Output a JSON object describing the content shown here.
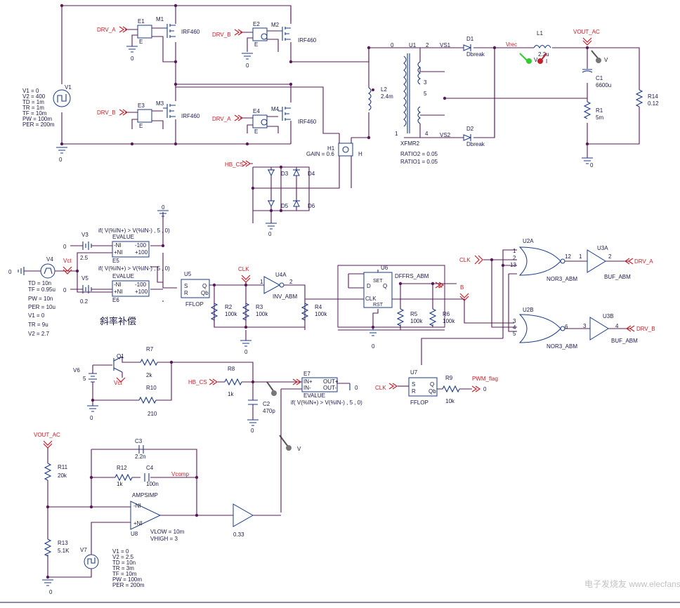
{
  "nets": {
    "drv_a": "DRV_A",
    "drv_b": "DRV_B",
    "hb_cs": "HB_CS",
    "clk": "CLK",
    "vout_ac": "VOUT_AC",
    "vrec": "Vrec",
    "vs1": "VS1",
    "vs2": "VS2",
    "vct": "Vct",
    "vcomp": "Vcomp",
    "pwm_flag": "PWM_flag",
    "a": "A",
    "b": "B"
  },
  "refs": {
    "v1": "V1",
    "m1": "M1",
    "m2": "M2",
    "m3": "M3",
    "m4": "M4",
    "e1": "E1",
    "e2": "E2",
    "e3": "E3",
    "e4": "E4",
    "e5": "E5",
    "e6": "E6",
    "e7": "E7",
    "u1": "U1",
    "l1": "L1",
    "l2": "L2",
    "d1": "D1",
    "d2": "D2",
    "c1": "C1",
    "r1": "R1",
    "r14": "R14",
    "h1": "H1",
    "d3": "D3",
    "d4": "D4",
    "d5": "D5",
    "d6": "D6",
    "v3": "V3",
    "v4": "V4",
    "v5": "V5",
    "u5": "U5",
    "u4a": "U4A",
    "u6": "U6",
    "r2": "R2",
    "r3": "R3",
    "r4": "R4",
    "r5": "R5",
    "r6": "R6",
    "u2a": "U2A",
    "u2b": "U2B",
    "u3a": "U3A",
    "u3b": "U3B",
    "v6": "V6",
    "q1": "Q1",
    "r7": "R7",
    "r10": "R10",
    "r8": "R8",
    "c2": "C2",
    "u7": "U7",
    "r9": "R9",
    "r11": "R11",
    "r13": "R13",
    "r12": "R12",
    "c3": "C3",
    "c4": "C4",
    "u8": "U8",
    "v7": "V7"
  },
  "values": {
    "irf460": "IRF460",
    "dbreak": "Dbreak",
    "l1": "2.2u",
    "l2": "2.4m",
    "c1": "6600u",
    "r1": "5m",
    "r14": "0.12",
    "gain": "GAIN = 0.6",
    "h": "H",
    "xfmr": "XFMR2",
    "ratio2": "RATIO2 = 0.05",
    "ratio1": "RATIO1 = 0.05",
    "r2": "100k",
    "r3": "100k",
    "r4": "100k",
    "r5": "100k",
    "r6": "100k",
    "v3": "2.5",
    "v5": "0.2",
    "v6": "5",
    "r7": "2k",
    "r10": "210",
    "r8": "1k",
    "c2": "470p",
    "r9": "10k",
    "r11": "20k",
    "r13": "5.1K",
    "r12": "1k",
    "c3": "2.2n",
    "c4": "100n",
    "gain033": "0.33",
    "ampsimp": "AMPSIMP",
    "vlow": "VLOW = 10m",
    "vhigh": "VHIGH = 3",
    "evalue": "EVALUE",
    "ifexpr": "if( V(%IN+) > V(%IN-) , 5 , 0)",
    "ffop": "FFLOP",
    "inv": "INV_ABM",
    "dffrs": "DFFRS_ABM",
    "nor": "NOR3_ABM",
    "buf": "BUF_ABM",
    "zero": "0",
    "caption": "斜率补偿"
  },
  "v1_params": [
    "V1 = 0",
    "V2 = 400",
    "TD = 1m",
    "TR = 1m",
    "TF = 10m",
    "PW = 100m",
    "PER = 200m"
  ],
  "v4_params": [
    "TD = 10n",
    "TF = 0.95u",
    "PW = 10n",
    "PER = 10u",
    "V1 = 0",
    "TR = 9u",
    "V2 = 2.7"
  ],
  "v7_params": [
    "V1 = 0",
    "V2 = 2.5",
    "TD = 10n",
    "TR = 3m",
    "TF = 10m",
    "PW = 100m",
    "PER = 200m"
  ],
  "pins": {
    "p0": "0",
    "p1": "1",
    "p2": "2",
    "p3": "3",
    "p4": "4",
    "p5": "5",
    "p6": "6",
    "p12": "12",
    "p13": "13",
    "s": "S",
    "r": "R",
    "q": "Q",
    "qb": "Qb",
    "d": "D",
    "set": "SET",
    "rst": "RST",
    "clk": "CLK",
    "qn": "Q",
    "nin": "-NI",
    "pin": "+NI",
    "n100": "-100",
    "p100": "+100",
    "inp": "IN+",
    "inn": "IN-",
    "outp": "OUT+",
    "outn": "OUT-",
    "e": "E",
    "v": "V",
    "i": "I"
  },
  "watermark": "电子发烧友 www.elecfans.com",
  "colors": {
    "wire": "#5a1a5a",
    "comp": "#1a3a8a",
    "net": "#c8202a",
    "text": "#1a1a4a"
  }
}
